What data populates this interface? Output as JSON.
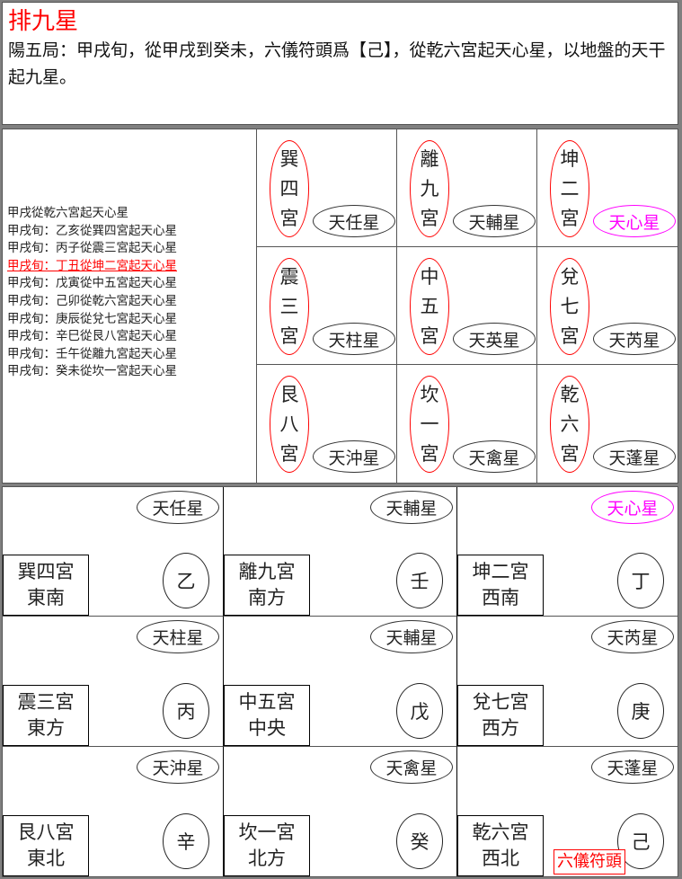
{
  "header": {
    "title": "排九星",
    "intro": "陽五局：甲戌旬，從甲戌到癸未，六儀符頭爲【己】，從乾六宮起天心星，以地盤的天干起九星。"
  },
  "colors": {
    "title_red": "#ff0000",
    "highlight_red": "#ff0000",
    "accent_magenta": "#ff00ff",
    "palace_oval_red": "#ff0000",
    "text_black": "#222222"
  },
  "notes": {
    "lines": [
      {
        "text": "甲戌從乾六宮起天心星",
        "highlight": false
      },
      {
        "text": "甲戌旬：乙亥從巽四宮起天心星",
        "highlight": false
      },
      {
        "text": "甲戌旬：丙子從震三宮起天心星",
        "highlight": false
      },
      {
        "text": "甲戌旬：丁丑從坤二宮起天心星",
        "highlight": true
      },
      {
        "text": "甲戌旬：戊寅從中五宮起天心星",
        "highlight": false
      },
      {
        "text": "甲戌旬：己卯從乾六宮起天心星",
        "highlight": false
      },
      {
        "text": "甲戌旬：庚辰從兌七宮起天心星",
        "highlight": false
      },
      {
        "text": "甲戌旬：辛巳從艮八宮起天心星",
        "highlight": false
      },
      {
        "text": "甲戌旬：壬午從離九宮起天心星",
        "highlight": false
      },
      {
        "text": "甲戌旬：癸未從坎一宮起天心星",
        "highlight": false
      }
    ]
  },
  "star_grid": {
    "cells": [
      {
        "palace": "巽四宮",
        "star": "天任星",
        "accent": false
      },
      {
        "palace": "離九宮",
        "star": "天輔星",
        "accent": false
      },
      {
        "palace": "坤二宮",
        "star": "天心星",
        "accent": true
      },
      {
        "palace": "震三宮",
        "star": "天柱星",
        "accent": false
      },
      {
        "palace": "中五宮",
        "star": "天英星",
        "accent": false
      },
      {
        "palace": "兌七宮",
        "star": "天芮星",
        "accent": false
      },
      {
        "palace": "艮八宮",
        "star": "天沖星",
        "accent": false
      },
      {
        "palace": "坎一宮",
        "star": "天禽星",
        "accent": false
      },
      {
        "palace": "乾六宮",
        "star": "天蓬星",
        "accent": false
      }
    ]
  },
  "palace_table": {
    "cells": [
      {
        "palace": "巽四宮",
        "direction": "東南",
        "star": "天任星",
        "stem": "乙",
        "accent": false,
        "tag": ""
      },
      {
        "palace": "離九宮",
        "direction": "南方",
        "star": "天輔星",
        "stem": "壬",
        "accent": false,
        "tag": ""
      },
      {
        "palace": "坤二宮",
        "direction": "西南",
        "star": "天心星",
        "stem": "丁",
        "accent": true,
        "tag": ""
      },
      {
        "palace": "震三宮",
        "direction": "東方",
        "star": "天柱星",
        "stem": "丙",
        "accent": false,
        "tag": ""
      },
      {
        "palace": "中五宮",
        "direction": "中央",
        "star": "天輔星",
        "stem": "戊",
        "accent": false,
        "tag": ""
      },
      {
        "palace": "兌七宮",
        "direction": "西方",
        "star": "天芮星",
        "stem": "庚",
        "accent": false,
        "tag": ""
      },
      {
        "palace": "艮八宮",
        "direction": "東北",
        "star": "天沖星",
        "stem": "辛",
        "accent": false,
        "tag": ""
      },
      {
        "palace": "坎一宮",
        "direction": "北方",
        "star": "天禽星",
        "stem": "癸",
        "accent": false,
        "tag": ""
      },
      {
        "palace": "乾六宮",
        "direction": "西北",
        "star": "天蓬星",
        "stem": "己",
        "accent": false,
        "tag": "六儀符頭"
      }
    ]
  }
}
